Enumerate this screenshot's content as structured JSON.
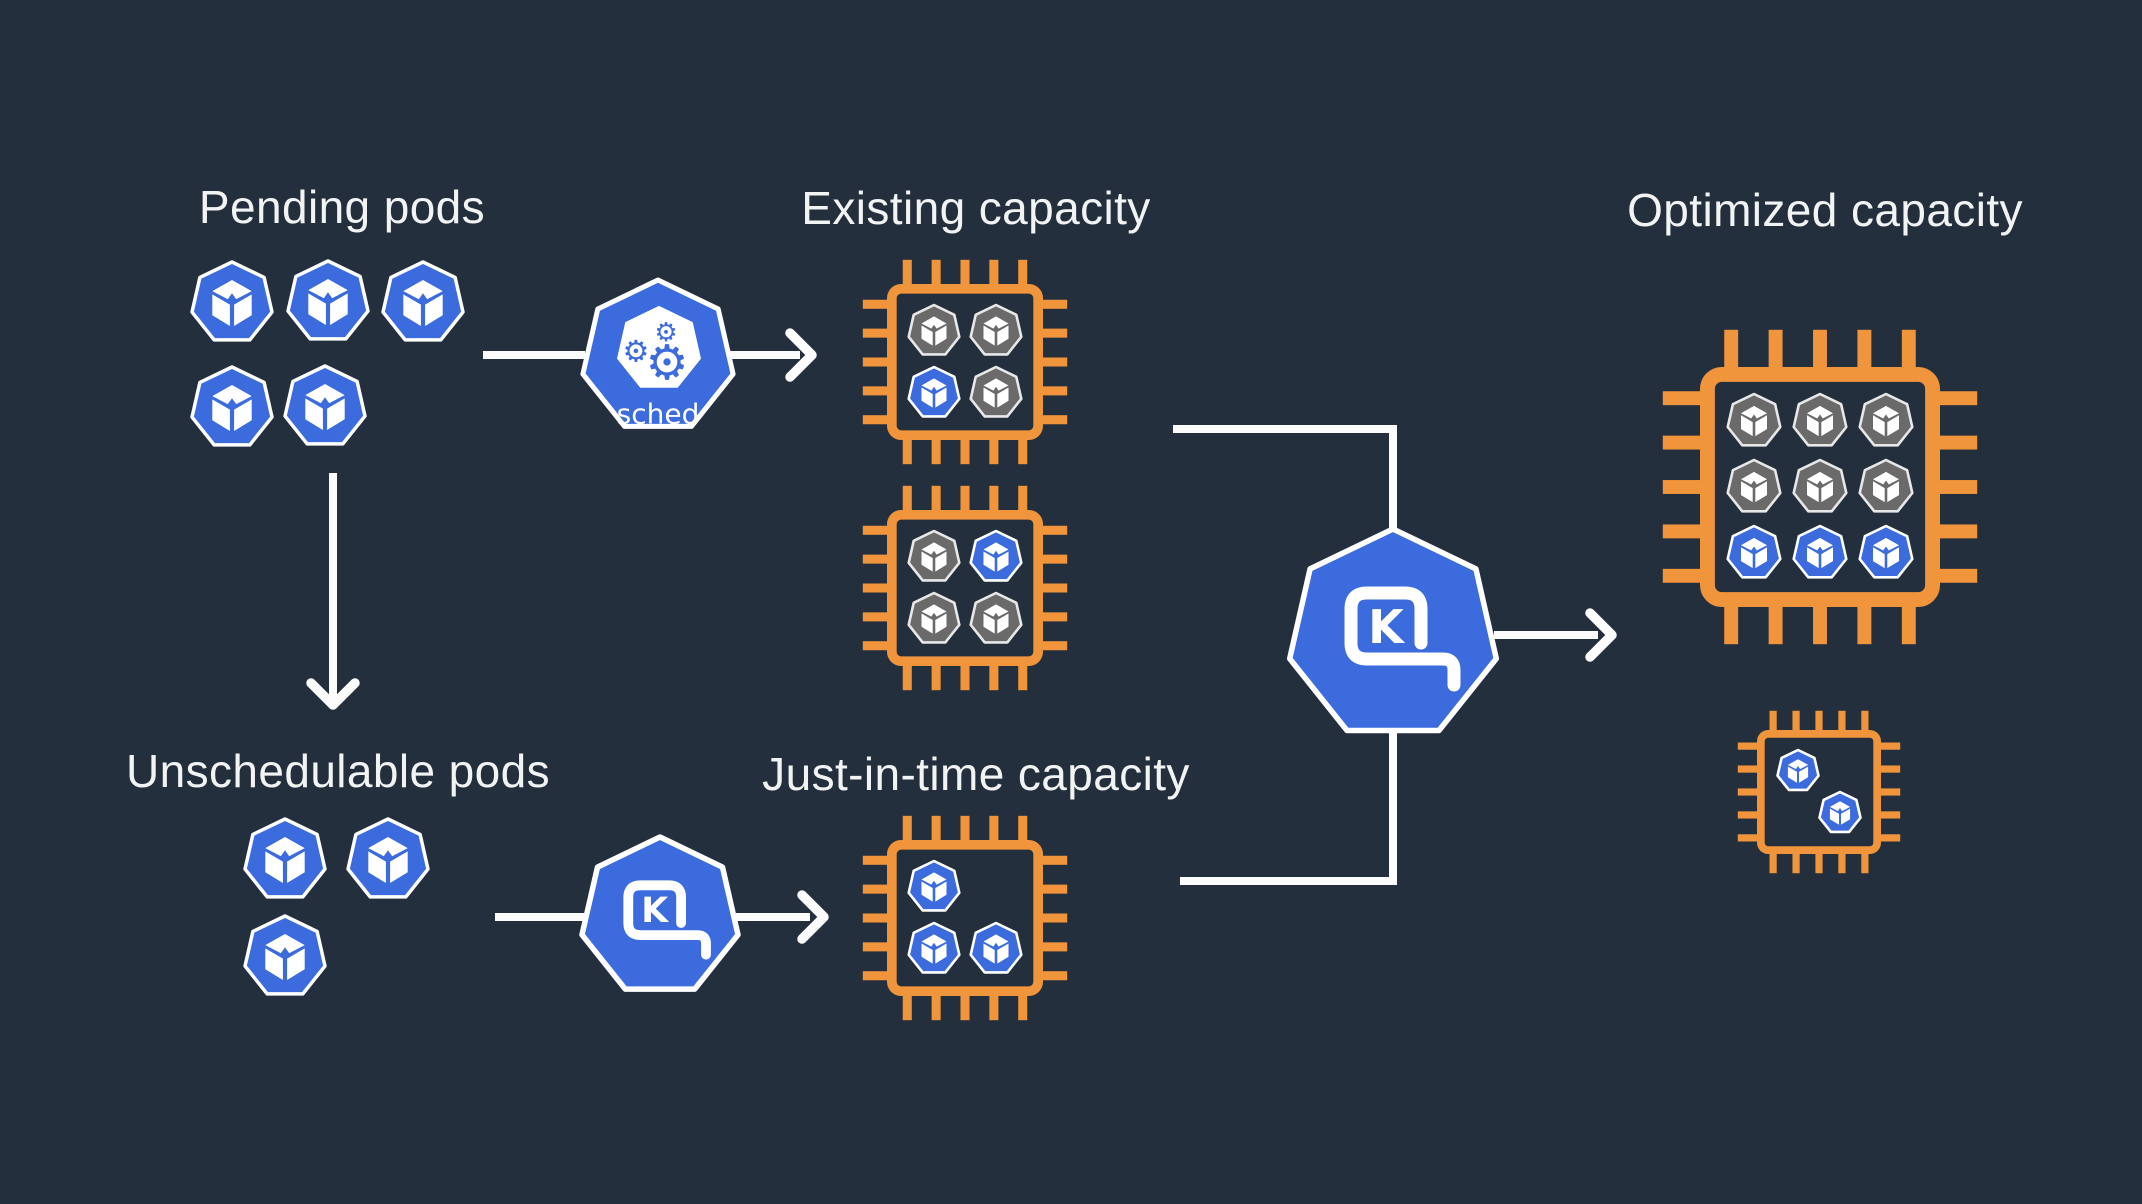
{
  "colors": {
    "background": "#242F3E",
    "blue": "#3B6BDC",
    "orange": "#F0953C",
    "gray": "#6A6A6A",
    "pod_stroke_blue": "#FFFFFF",
    "pod_stroke_gray": "#E8E8E8",
    "line": "#FCFCFC",
    "text": "#F2F4F4"
  },
  "labels": {
    "pending": "Pending pods",
    "existing": "Existing capacity",
    "optimized": "Optimized capacity",
    "unschedulable": "Unschedulable pods",
    "jit": "Just-in-time capacity",
    "scheduler": "sched",
    "karpenter_letter": "K"
  },
  "icons": {
    "pod": "pod-icon",
    "chip": "cpu-chip-icon",
    "scheduler": "scheduler-icon",
    "karpenter": "karpenter-icon",
    "gear_glyph": "⚙"
  },
  "pods": {
    "pending": [
      "blue",
      "blue",
      "blue",
      "blue",
      "blue"
    ],
    "unschedulable": [
      "blue",
      "blue",
      "blue"
    ]
  },
  "chips": {
    "existing": [
      [
        [
          "gray",
          "gray"
        ],
        [
          "blue",
          "gray"
        ]
      ],
      [
        [
          "gray",
          "blue"
        ],
        [
          "gray",
          "gray"
        ]
      ]
    ],
    "jit": [
      [
        [
          "blue",
          null
        ],
        [
          "blue",
          "blue"
        ]
      ]
    ],
    "optimized_large": [
      [
        "gray",
        "gray",
        "gray"
      ],
      [
        "gray",
        "gray",
        "gray"
      ],
      [
        "blue",
        "blue",
        "blue"
      ]
    ],
    "optimized_small": [
      [
        "blue",
        null
      ],
      [
        null,
        "blue"
      ]
    ]
  }
}
